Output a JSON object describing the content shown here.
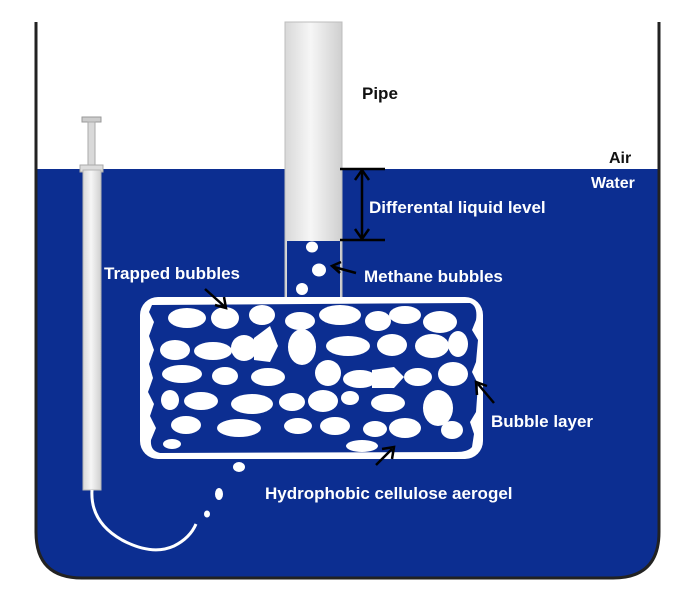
{
  "labels": {
    "pipe": "Pipe",
    "air": "Air",
    "water": "Water",
    "differential_level": "Differental liquid level",
    "methane_bubbles": "Methane bubbles",
    "trapped_bubbles": "Trapped  bubbles",
    "bubble_layer": "Bubble layer",
    "aerogel": "Hydrophobic cellulose aerogel"
  },
  "colors": {
    "water": "#0c2e91",
    "text_dark": "#111111",
    "text_light": "#ffffff",
    "aerogel_fill": "#ffffff",
    "pipe_fill": "#e6e6e6"
  }
}
